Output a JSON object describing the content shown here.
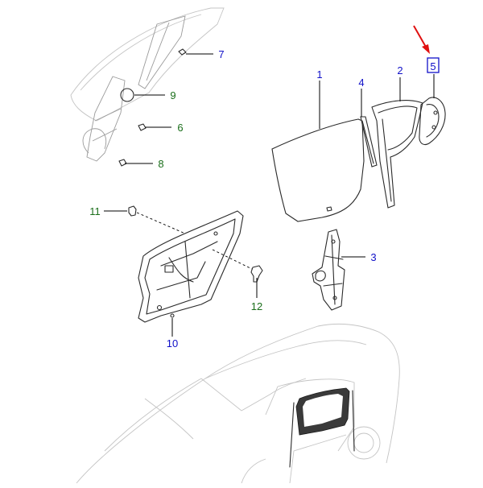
{
  "colors": {
    "blue_callout": "#1010c8",
    "green_callout": "#1a6e1a",
    "highlight_arrow": "#e01010",
    "highlight_box": "#1010c8"
  },
  "callouts": {
    "c1": "1",
    "c2": "2",
    "c3": "3",
    "c4": "4",
    "c5": "5",
    "c6": "6",
    "c7": "7",
    "c8": "8",
    "c9": "9",
    "c10": "10",
    "c11": "11",
    "c12": "12"
  },
  "highlighted_part": "5"
}
